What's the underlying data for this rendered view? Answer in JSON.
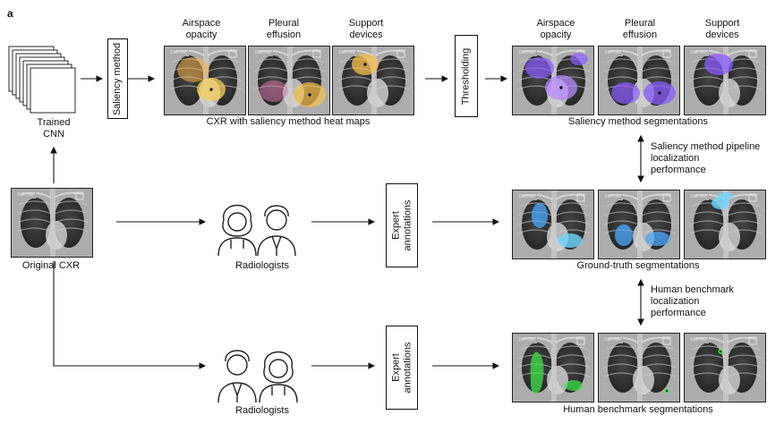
{
  "panel_letter": "a",
  "cnn_label": [
    "Trained",
    "CNN"
  ],
  "saliency_box": "Saliency method",
  "thresholding_box": "Thresholding",
  "pathologies": [
    {
      "line1": "Airspace",
      "line2": "opacity"
    },
    {
      "line1": "Pleural",
      "line2": "effusion"
    },
    {
      "line1": "Support",
      "line2": "devices"
    }
  ],
  "heatmap_caption": "CXR with saliency method heat maps",
  "saliency_seg_caption": "Saliency method segmentations",
  "saliency_perf": [
    "Saliency method pipeline",
    "localization",
    "performance"
  ],
  "original_caption": "Original CXR",
  "radiologists_1": "Radiologists",
  "radiologists_2": "Radiologists",
  "expert_box": [
    "Expert",
    "annotations"
  ],
  "expert_box2": [
    "Expert",
    "annotations"
  ],
  "gt_caption": "Ground-truth segmentations",
  "human_perf": [
    "Human benchmark",
    "localization",
    "performance"
  ],
  "human_caption": "Human benchmark segmentations",
  "xray_tag": "SUPINE",
  "colors": {
    "heat": "#f6c04a",
    "saliency_seg": "#8a5cff",
    "ground_truth": "#4aa8ff",
    "human": "#3ee04a"
  }
}
